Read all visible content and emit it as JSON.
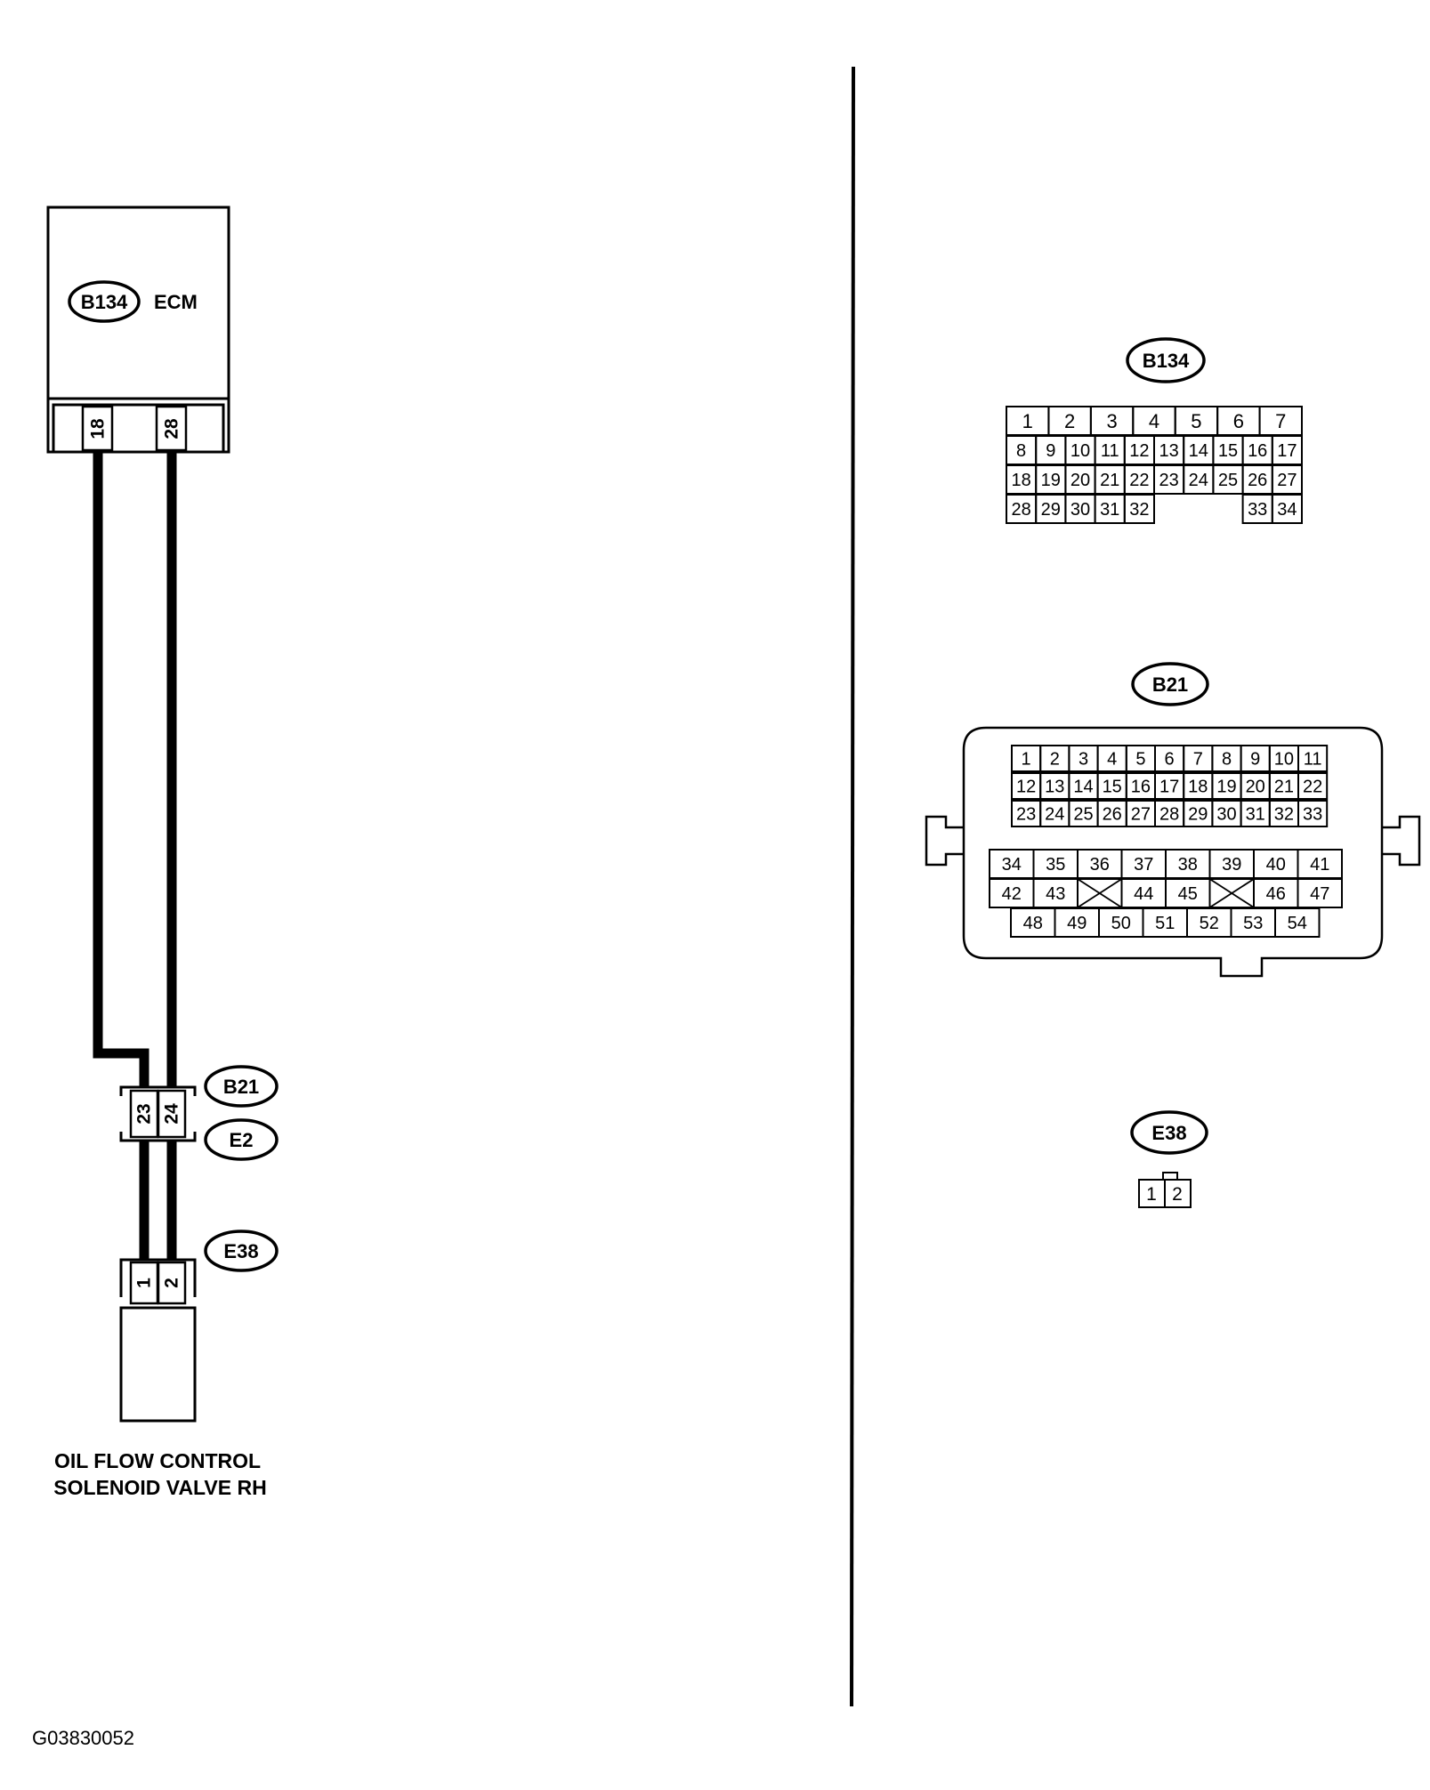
{
  "wiring": {
    "ecm": {
      "connector": "B134",
      "label": "ECM",
      "pins": [
        "18",
        "28"
      ]
    },
    "joint": {
      "upper_connector": "B21",
      "lower_connector": "E2",
      "pins": [
        "23",
        "24"
      ]
    },
    "valve": {
      "connector": "E38",
      "pins": [
        "1",
        "2"
      ],
      "label_lines": [
        "OIL FLOW CONTROL",
        "SOLENOID VALVE RH"
      ]
    }
  },
  "connector_faces": {
    "b134": {
      "label": "B134",
      "row1": [
        "1",
        "2",
        "3",
        "4",
        "5",
        "6",
        "7"
      ],
      "row2": [
        "8",
        "9",
        "10",
        "11",
        "12",
        "13",
        "14",
        "15",
        "16",
        "17"
      ],
      "row3": [
        "18",
        "19",
        "20",
        "21",
        "22",
        "23",
        "24",
        "25",
        "26",
        "27"
      ],
      "row4": [
        "28",
        "29",
        "30",
        "31",
        "32",
        "33",
        "34"
      ]
    },
    "b21": {
      "label": "B21",
      "row1": [
        "1",
        "2",
        "3",
        "4",
        "5",
        "6",
        "7",
        "8",
        "9",
        "10",
        "11"
      ],
      "row2": [
        "12",
        "13",
        "14",
        "15",
        "16",
        "17",
        "18",
        "19",
        "20",
        "21",
        "22"
      ],
      "row3": [
        "23",
        "24",
        "25",
        "26",
        "27",
        "28",
        "29",
        "30",
        "31",
        "32",
        "33"
      ],
      "row4": [
        "34",
        "35",
        "36",
        "37",
        "38",
        "39",
        "40",
        "41"
      ],
      "row5": [
        "42",
        "43",
        "",
        "44",
        "45",
        "",
        "46",
        "47"
      ],
      "row6": [
        "48",
        "49",
        "50",
        "51",
        "52",
        "53",
        "54"
      ]
    },
    "e38": {
      "label": "E38",
      "pins": [
        "1",
        "2"
      ]
    }
  },
  "figure_id": "G03830052"
}
